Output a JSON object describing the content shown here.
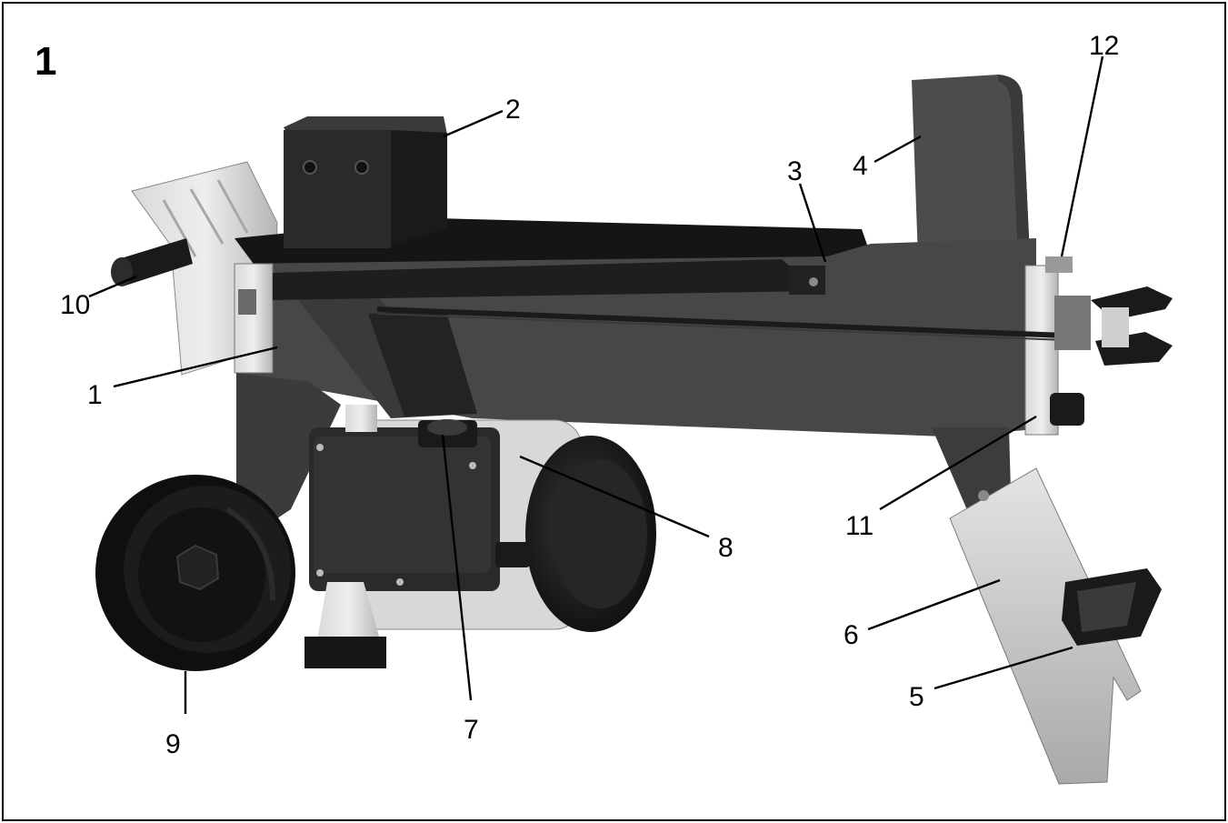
{
  "figure": {
    "number": "1",
    "callouts": [
      "1",
      "2",
      "3",
      "4",
      "5",
      "6",
      "7",
      "8",
      "9",
      "10",
      "11",
      "12"
    ]
  }
}
